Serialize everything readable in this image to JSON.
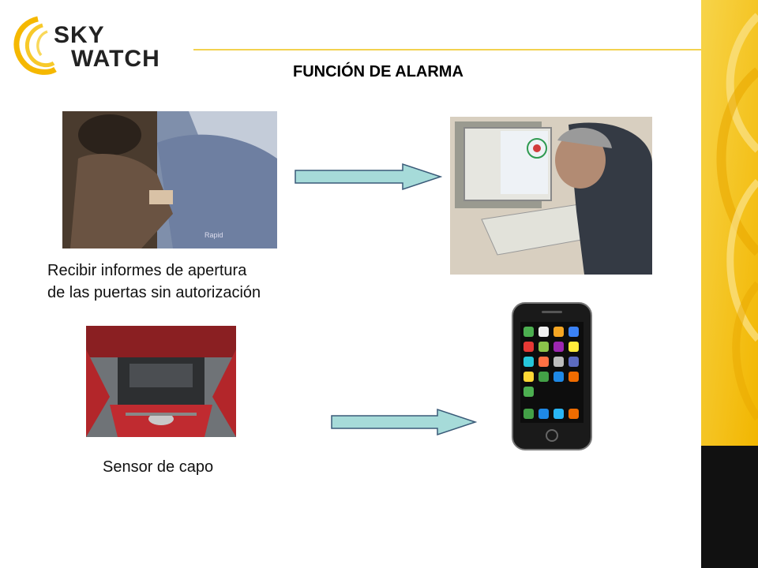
{
  "slide": {
    "title": "FUNCIÓN DE ALARMA",
    "logo": {
      "line1": "SKY",
      "line2": "WATCH",
      "accent_color": "#f5b800"
    },
    "captions": {
      "doors_line1": "Recibir informes de apertura",
      "doors_line2": "de las puertas sin autorización",
      "hood": "Sensor de capo"
    },
    "photos": {
      "thief": "photo-car-thief-forcing-door",
      "computer": "photo-operator-monitoring-map-screen",
      "engine": "photo-car-engine-bay",
      "phone": "photo-smartphone"
    },
    "arrows": {
      "fill": "#a6dbd9",
      "stroke": "#3a5a78"
    },
    "theme": {
      "band_yellow": "#f5c400",
      "band_black": "#111111"
    }
  }
}
